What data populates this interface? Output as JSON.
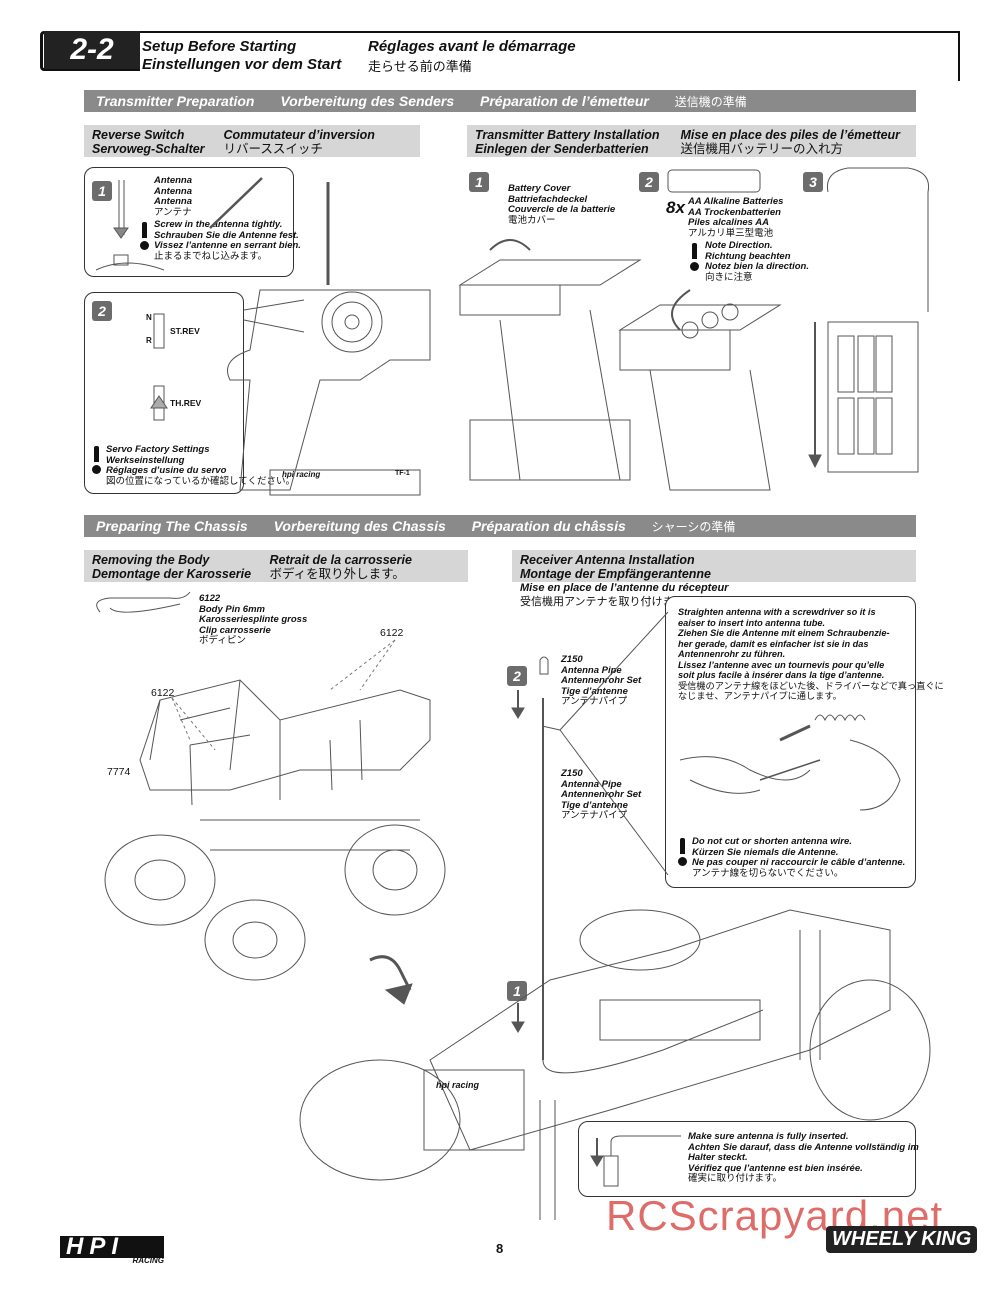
{
  "header": {
    "step_number": "2-2",
    "title_en": "Setup Before Starting",
    "title_de": "Einstellungen vor dem Start",
    "title_fr": "Réglages avant le démarrage",
    "title_jp": "走らせる前の準備"
  },
  "transmitter_bar": [
    "Transmitter Preparation",
    "Vorbereitung des Senders",
    "Préparation de l’émetteur",
    "送信機の準備"
  ],
  "reverse_switch": {
    "heading": [
      "Reverse Switch",
      "Servoweg-Schalter",
      "Commutateur d’inversion",
      "リバーススイッチ"
    ],
    "step1": "1",
    "antenna_label": [
      "Antenna",
      "Antenna",
      "Antenna",
      "アンテナ"
    ],
    "antenna_warning": [
      "Screw in the antenna tightly.",
      "Schrauben Sie die Antenne fest.",
      "Vissez l’antenne en serrant bien.",
      "止まるまでねじ込みます。"
    ],
    "step2": "2",
    "st_rev": "ST.REV",
    "th_rev": "TH.REV",
    "switch_letters": [
      "N",
      "R"
    ],
    "servo_warning": [
      "Servo Factory Settings",
      "Werkseinstellung",
      "Réglages d’usine du servo",
      "図の位置になっているか確認してください。"
    ],
    "brand_text": "hpi racing",
    "model_text": "TF-1"
  },
  "battery": {
    "heading": [
      "Transmitter Battery Installation",
      "Einlegen der Senderbatterien",
      "Mise en place des piles de l’émetteur",
      "送信機用バッテリーの入れ方"
    ],
    "step1": "1",
    "step2": "2",
    "step3": "3",
    "cover_label": [
      "Battery Cover",
      "Battriefachdeckel",
      "Couvercle de la batterie",
      "電池カバー"
    ],
    "quantity": "8x",
    "battery_label": [
      "AA Alkaline Batteries",
      "AA Trockenbatterien",
      "Piles alcalines AA",
      "アルカリ単三型電池"
    ],
    "direction_warning": [
      "Note Direction.",
      "Richtung beachten",
      "Notez bien la direction.",
      "向きに注意"
    ]
  },
  "chassis_bar": [
    "Preparing The Chassis",
    "Vorbereitung des Chassis",
    "Préparation du châssis",
    "シャーシの準備"
  ],
  "body_removal": {
    "heading": [
      "Removing the Body",
      "Demontage der Karosserie",
      "Retrait de la carrosserie",
      "ボディを取り外します。"
    ],
    "pin_part": [
      "6122",
      "Body Pin 6mm",
      "Karosseriesplinte gross",
      "Clip carrosserie",
      "ボディピン"
    ],
    "callouts": [
      "6122",
      "6122",
      "7774"
    ]
  },
  "receiver_antenna": {
    "heading": [
      "Receiver Antenna Installation",
      "Montage der Empfängerantenne",
      "Mise en place de l’antenne du récepteur",
      "受信機用アンテナを取り付けます。"
    ],
    "step2": "2",
    "step1": "1",
    "pipe1": [
      "Z150",
      "Antenna Pipe",
      "Antennenrohr Set",
      "Tige d’antenne",
      "アンテナパイプ"
    ],
    "pipe2": [
      "Z150",
      "Antenna Pipe",
      "Antennenrohr Set",
      "Tige d’antenne",
      "アンテナパイプ"
    ],
    "straighten": [
      "Straighten antenna with a screwdriver so it is",
      "eaiser to insert into antenna tube.",
      "Ziehen Sie die Antenne mit einem Schraubenzie-",
      "her gerade, damit es einfacher ist sie in das",
      "Antennenrohr zu führen.",
      "Lissez l’antenne avec un tournevis pour qu’elle",
      "soit plus facile à insérer dans la tige d’antenne.",
      "受信機のアンテナ線をほどいた後、ドライバーなどで真っ直ぐに",
      "なじませ、アンテナパイプに通します。"
    ],
    "cut_warning": [
      "Do not cut or shorten antenna wire.",
      "Kürzen Sie niemals die Antenne.",
      "Ne pas couper ni raccourcir le câble d’antenne.",
      "アンテナ線を切らないでください。"
    ],
    "insert_note": [
      "Make sure antenna is fully inserted.",
      "Achten Sie darauf, dass die Antenne vollständig im",
      "Halter steckt.",
      "Vérifiez que l’antenne est bien insérée.",
      "確実に取り付けます。"
    ],
    "chassis_logo": "hpi racing"
  },
  "footer": {
    "page_number": "8",
    "left_logo": "HPI",
    "left_logo_sub": "RACING",
    "right_logo": "WHEELY KING",
    "watermark": "RCScrapyard.net"
  },
  "colors": {
    "bar_gray": "#8a8a8a",
    "sub_gray": "#d6d6d6",
    "watermark_red": "#d9534f"
  }
}
